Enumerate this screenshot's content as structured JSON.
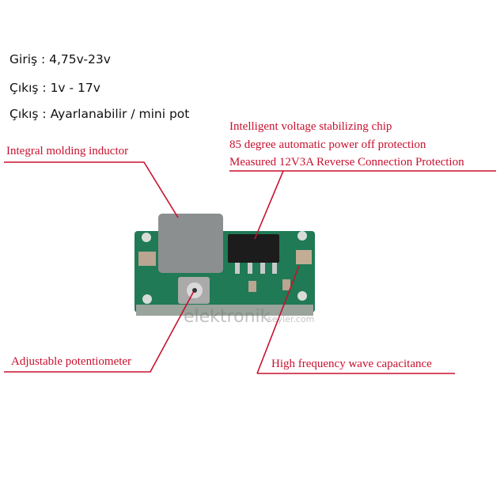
{
  "specs": [
    "Giriş : 4,75v-23v",
    "Çıkış : 1v - 17v",
    "Çıkış : Ayarlanabilir / mini pot"
  ],
  "annotations": {
    "inductor": "Integral molding inductor",
    "chip": [
      "Intelligent voltage stabilizing chip",
      "85 degree automatic power off protection",
      "Measured 12V3A Reverse Connection Protection"
    ],
    "potentiometer": "Adjustable potentiometer",
    "capacitance": "High frequency wave capacitance"
  },
  "watermark": {
    "line1": "elektronik",
    "line2": "seyler.com"
  },
  "colors": {
    "annotation": "#c8102e",
    "pcb": "#1f7a55"
  }
}
